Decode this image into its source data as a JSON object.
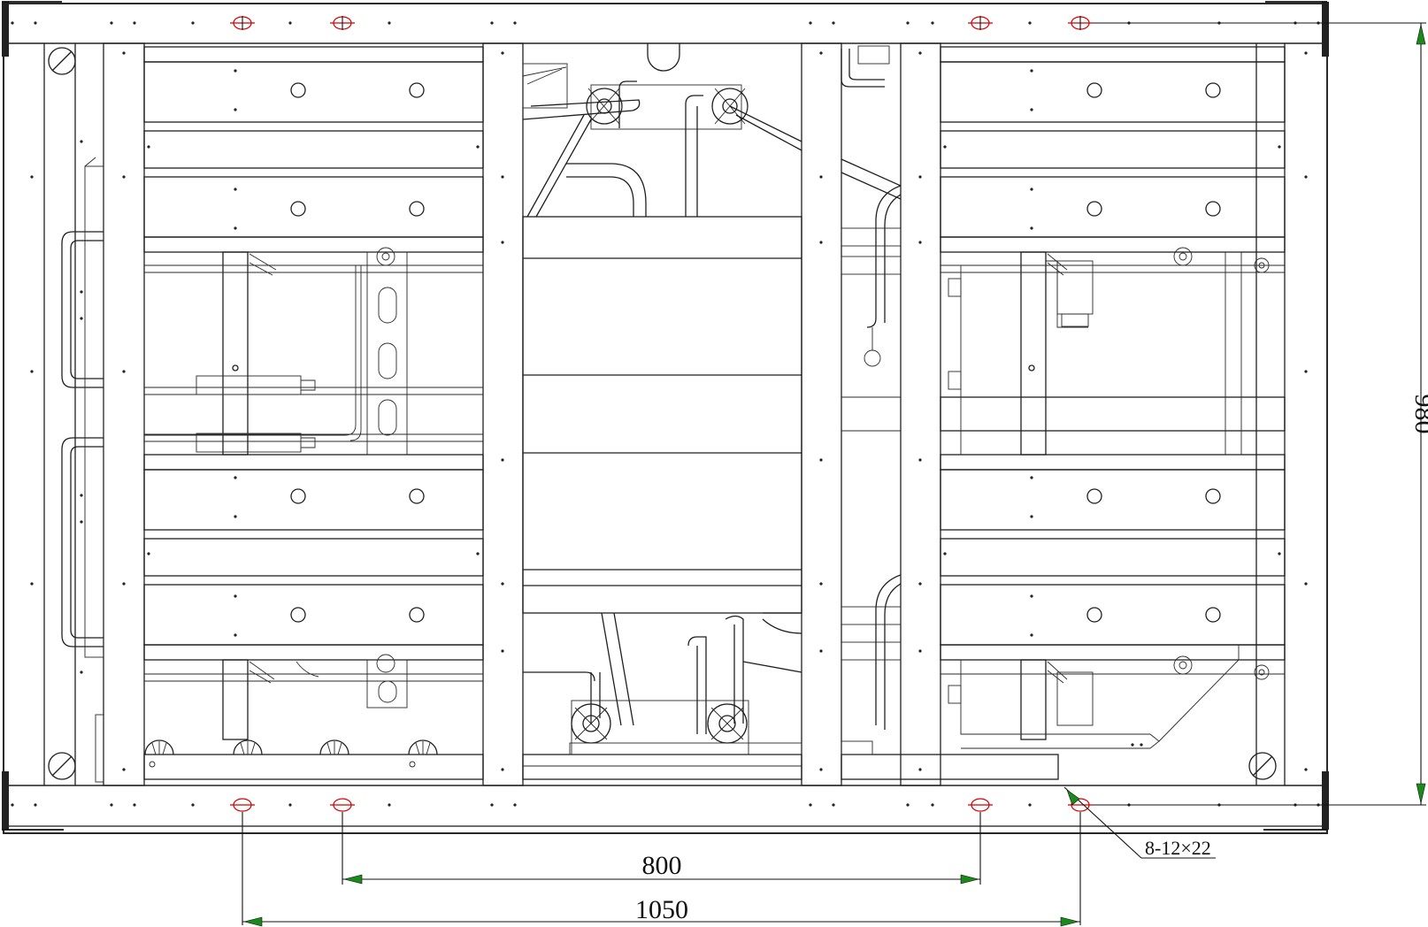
{
  "dimensions": {
    "height_label": "980",
    "inner_width_label": "800",
    "outer_width_label": "1050",
    "hole_note": "8-12×22"
  },
  "colors": {
    "line": "#1f1f1f",
    "hole_marker": "#d40000",
    "arrowhead": "#1a8a1a",
    "background": "#ffffff"
  }
}
